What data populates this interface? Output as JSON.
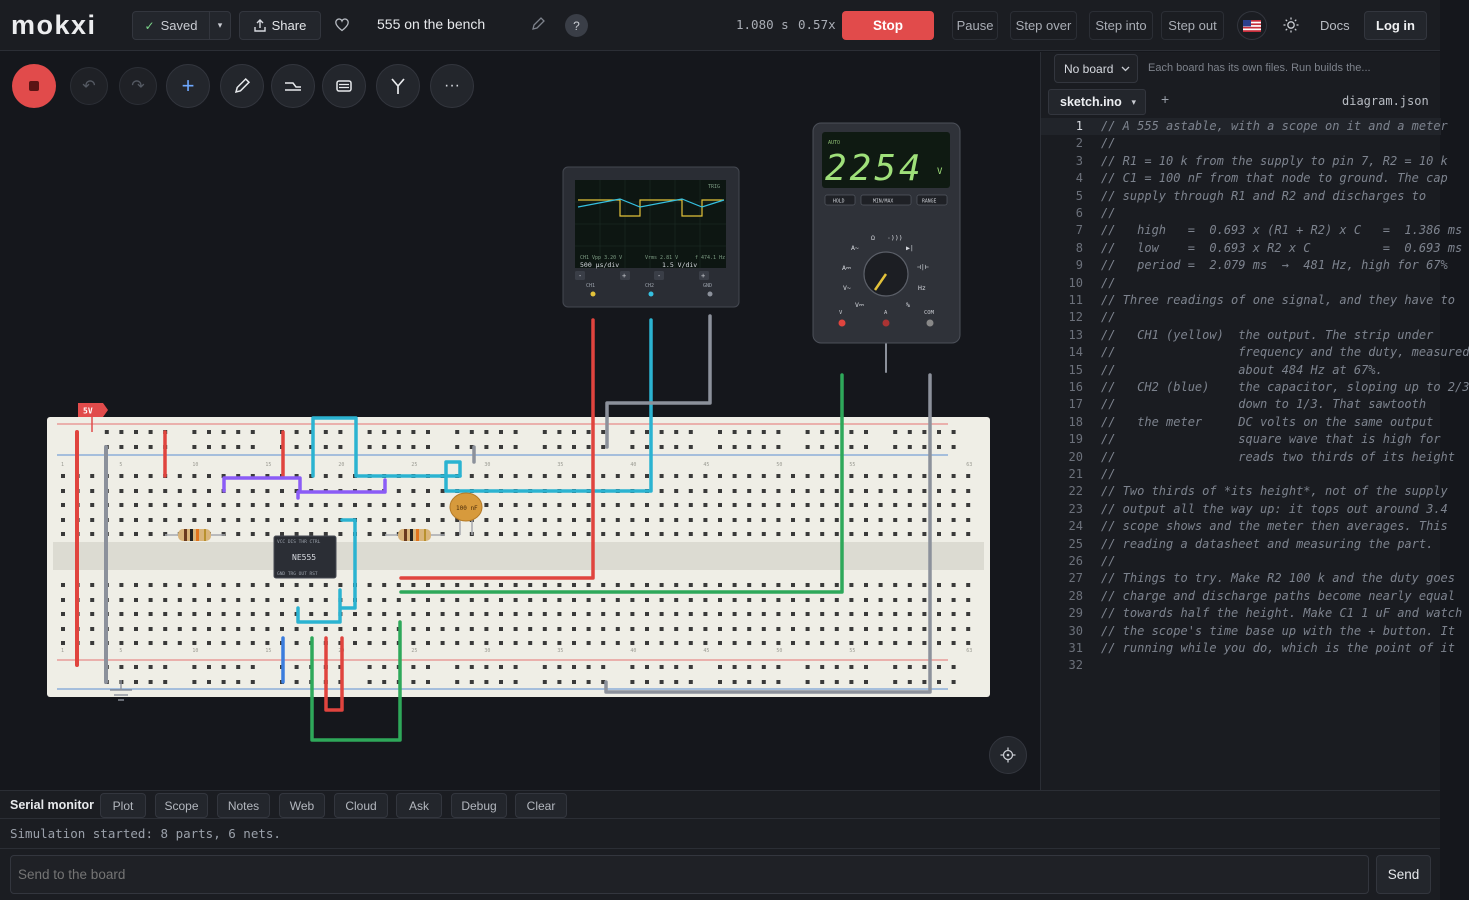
{
  "app": {
    "logo": "mokxi"
  },
  "topbar": {
    "saved_label": "Saved",
    "share_label": "Share",
    "project_title": "555 on the bench",
    "help_label": "?",
    "sim_time": "1.080 s",
    "sim_speed": "0.57x",
    "stop_label": "Stop",
    "pause_label": "Pause",
    "step_over_label": "Step over",
    "step_into_label": "Step into",
    "step_out_label": "Step out",
    "docs_label": "Docs",
    "login_label": "Log in"
  },
  "colors": {
    "accent_red": "#e14b4b",
    "wire_red": "#e0443e",
    "wire_cyan": "#2bb3d1",
    "wire_green": "#2ea85a",
    "wire_gray": "#8c919b",
    "wire_purple": "#8b5cf6",
    "wire_blue": "#3b7ddd",
    "lcd_green": "#9fe07a"
  },
  "canvas": {
    "power_flag": "5V",
    "chip_label": "NE555",
    "chip_pins_top": "VCC DIS THR CTRL",
    "chip_pins_bottom": "GND TRG OUT RST",
    "capacitor_label": "100 nF",
    "breadboard_cols": [
      "1",
      "5",
      "10",
      "15",
      "20",
      "25",
      "30",
      "35",
      "40",
      "45",
      "50",
      "55",
      "63"
    ],
    "scope": {
      "mode": "TRIG",
      "ch1_readout": "CH1  Vpp 3.20 V",
      "ch2_readout": "Vrms 2.81 V",
      "freq_readout": "f 474.1 Hz",
      "timebase": "500 µs/div",
      "vdiv": "1.5 V/div",
      "minus": "-",
      "plus": "+",
      "ch1": "CH1",
      "ch2": "CH2",
      "gnd": "GND"
    },
    "meter": {
      "auto": "AUTO",
      "reading": "2254",
      "unit": "V",
      "hold": "HOLD",
      "minmax": "MIN/MAX",
      "range": "RANGE",
      "dial": [
        "Ω",
        "·)))",
        "▶|",
        "A~",
        "⊣|⊢",
        "A⎓",
        "Hz",
        "V~",
        "%",
        "V⎓"
      ],
      "jacks": [
        "V",
        "A",
        "COM"
      ]
    }
  },
  "editor": {
    "board_select": "No board",
    "board_hint": "Each board has its own files. Run builds the...",
    "tab_active": "sketch.ino",
    "add_tab": "+",
    "tab_other": "diagram.json",
    "lines": [
      "// A 555 astable, with a scope on it and a meter",
      "//",
      "// R1 = 10 k from the supply to pin 7, R2 = 10 k",
      "// C1 = 100 nF from that node to ground. The cap",
      "// supply through R1 and R2 and discharges to",
      "//",
      "//   high   =  0.693 x (R1 + R2) x C   =  1.386 ms",
      "//   low    =  0.693 x R2 x C          =  0.693 ms",
      "//   period =  2.079 ms  →  481 Hz, high for 67%",
      "//",
      "// Three readings of one signal, and they have to",
      "//",
      "//   CH1 (yellow)  the output. The strip under",
      "//                 frequency and the duty, measured",
      "//                 about 484 Hz at 67%.",
      "//   CH2 (blue)    the capacitor, sloping up to 2/3",
      "//                 down to 1/3. That sawtooth",
      "//   the meter     DC volts on the same output",
      "//                 square wave that is high for",
      "//                 reads two thirds of its height",
      "//",
      "// Two thirds of *its height*, not of the supply",
      "// output all the way up: it tops out around 3.4",
      "// scope shows and the meter then averages. This",
      "// reading a datasheet and measuring the part.",
      "//",
      "// Things to try. Make R2 100 k and the duty goes",
      "// charge and discharge paths become nearly equal",
      "// towards half the height. Make C1 1 uF and watch",
      "// the scope's time base up with the + button. It",
      "// running while you do, which is the point of it",
      ""
    ]
  },
  "bottom": {
    "serial_label": "Serial monitor",
    "tabs": [
      "Plot",
      "Scope",
      "Notes",
      "Web",
      "Cloud",
      "Ask",
      "Debug",
      "Clear"
    ],
    "log": "Simulation started: 8 parts, 6 nets.",
    "send_placeholder": "Send to the board",
    "send_label": "Send"
  }
}
